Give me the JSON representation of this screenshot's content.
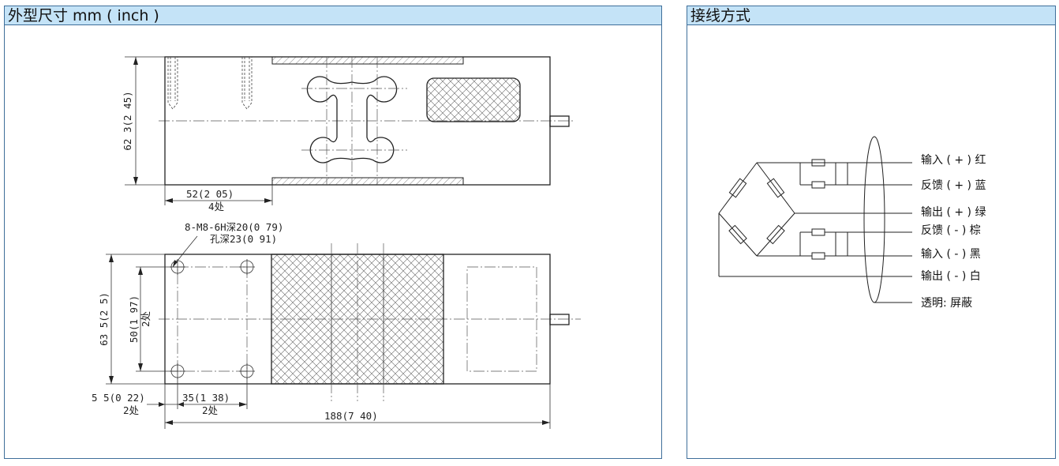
{
  "dimensions_panel": {
    "title": "外型尺寸 mm ( inch )",
    "labels": {
      "height_top": "62 3(2 45)",
      "len_52": "52(2 05)",
      "count_4": "4处",
      "thread_1": "8-M8-6H深20(0 79)",
      "thread_2": "孔深23(0 91)",
      "height_bottom": "63 5(2 5)",
      "hole_spacing": "50(1 97)",
      "count_2v": "2处",
      "offset_55": "5 5(0 22)",
      "count_2a": "2处",
      "pitch_35": "35(1 38)",
      "count_2b": "2处",
      "total_len": "188(7 40)"
    }
  },
  "wiring_panel": {
    "title": "接线方式",
    "wires": [
      {
        "label": "输入 ( + ) 红",
        "color": "#c0392b"
      },
      {
        "label": "反馈 ( + ) 蓝",
        "color": "#2e5cb8"
      },
      {
        "label": "输出 ( + ) 绿",
        "color": "#2e8b3a"
      },
      {
        "label": "反馈 ( - ) 棕",
        "color": "#7b4a22"
      },
      {
        "label": "输入 ( - ) 黑",
        "color": "#111111"
      },
      {
        "label": "输出 ( - ) 白",
        "color": "#ffffff"
      },
      {
        "label": "透明: 屏蔽",
        "color": "transparent"
      }
    ]
  }
}
